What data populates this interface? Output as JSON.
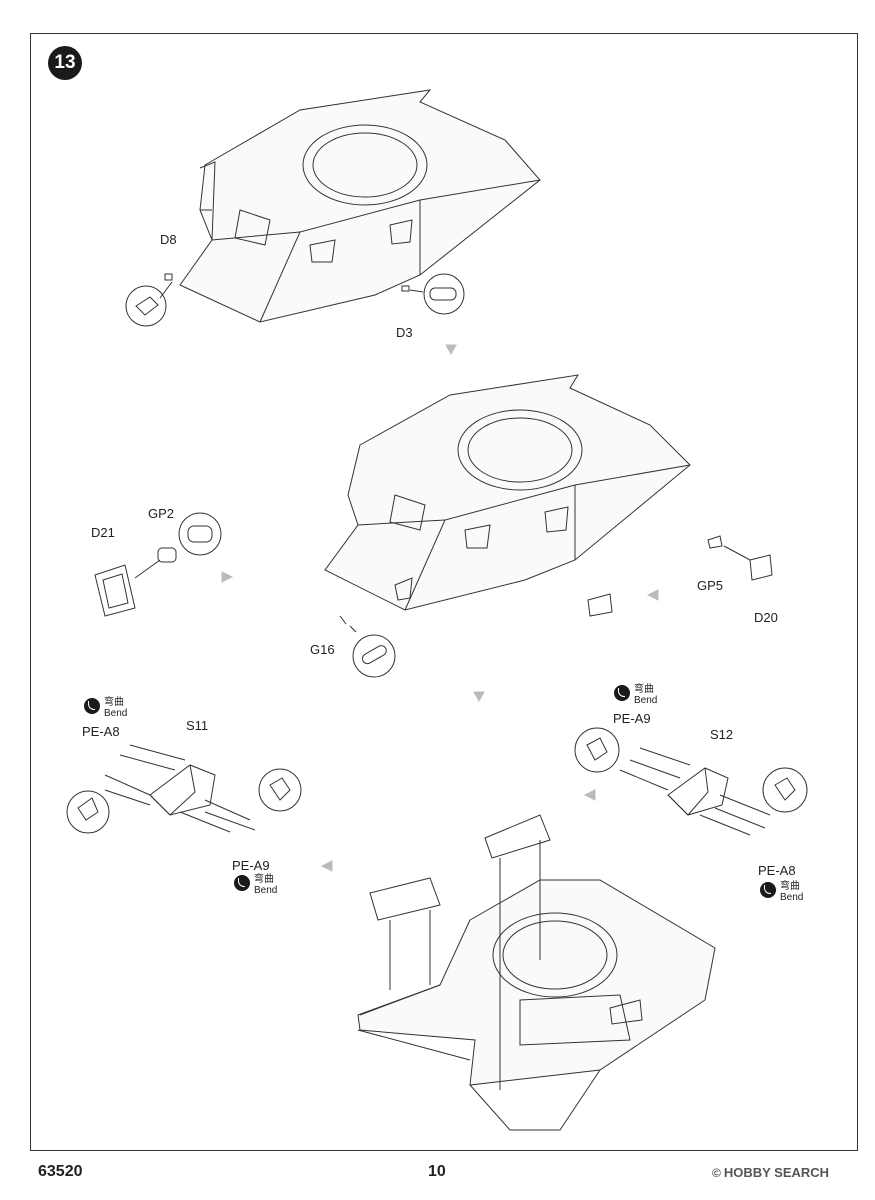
{
  "step": {
    "number": "13"
  },
  "labels": {
    "d8": "D8",
    "d3": "D3",
    "d21": "D21",
    "gp2": "GP2",
    "gp5": "GP5",
    "d20": "D20",
    "g16": "G16",
    "s11": "S11",
    "s12": "S12",
    "pe_a8_left": "PE-A8",
    "pe_a9_left": "PE-A9",
    "pe_a9_right": "PE-A9",
    "pe_a8_right": "PE-A8"
  },
  "bend": {
    "cn": "弯曲",
    "en": "Bend"
  },
  "footer": {
    "code": "63520",
    "page": "10",
    "watermark": "HOBBY SEARCH"
  }
}
